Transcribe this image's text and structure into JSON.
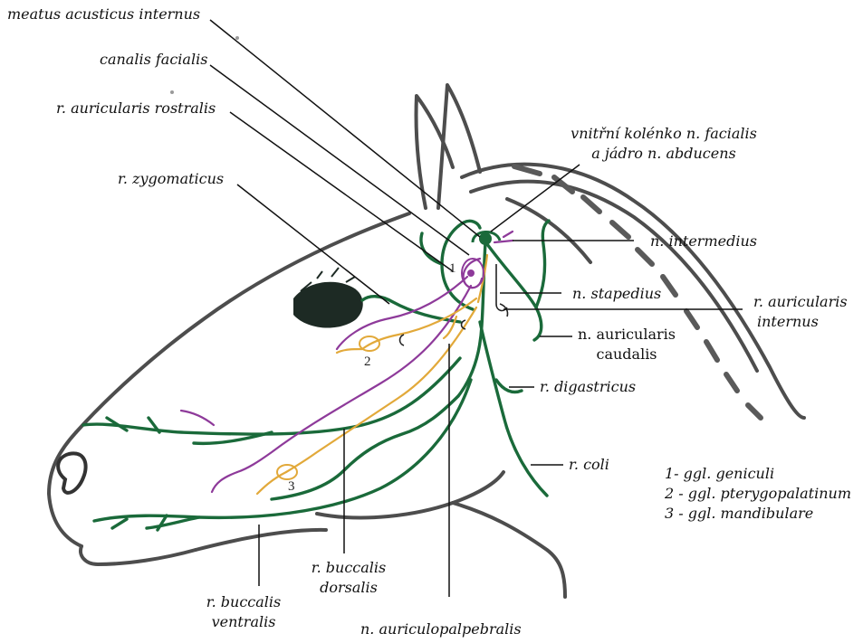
{
  "colors": {
    "outline": "#4d4d4d",
    "nerve_green": "#1a6a3a",
    "parasympathetic_purple": "#8e3a9a",
    "sensory_yellow": "#e2a93a",
    "eye": "#1d2a24",
    "leader_line": "#111111"
  },
  "labels": {
    "meatus": "meatus acusticus internus",
    "canalis": "canalis facialis",
    "auric_rostralis": "r. auricularis rostralis",
    "zygomaticus": "r. zygomaticus",
    "genu_line1": "vnitřní kolénko n. facialis",
    "genu_line2": "a jádro n. abducens",
    "intermedius": "n. intermedius",
    "stapedius": "n. stapedius",
    "auric_internus_line1": "r. auricularis",
    "auric_internus_line2": "internus",
    "auric_caudalis_line1": "n. auricularis",
    "auric_caudalis_line2": "caudalis",
    "digastricus": "r. digastricus",
    "coli": "r. coli",
    "buccalis_dorsalis_line1": "r. buccalis",
    "buccalis_dorsalis_line2": "dorsalis",
    "buccalis_ventralis_line1": "r. buccalis",
    "buccalis_ventralis_line2": "ventralis",
    "auriculopalpebralis": "n. auriculopalpebralis"
  },
  "ganglion_numbers": {
    "g1": "1",
    "g2": "2",
    "g3": "3"
  },
  "legend": {
    "item1": "1- ggl. geniculi",
    "item2": "2 - ggl. pterygopalatinum",
    "item3": "3 - ggl. mandibulare"
  }
}
